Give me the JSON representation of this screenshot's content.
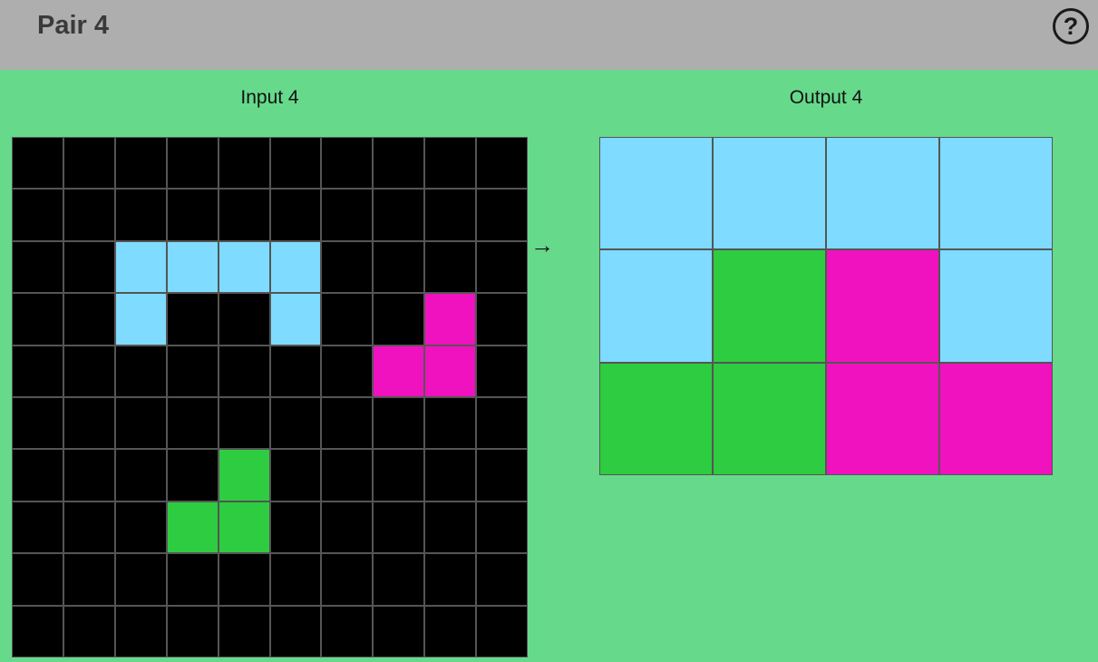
{
  "header": {
    "title": "Pair 4",
    "help_label": "?"
  },
  "input": {
    "label": "Input 4",
    "rows": 10,
    "cols": 10,
    "cells": [
      [
        0,
        0,
        0,
        0,
        0,
        0,
        0,
        0,
        0,
        0
      ],
      [
        0,
        0,
        0,
        0,
        0,
        0,
        0,
        0,
        0,
        0
      ],
      [
        0,
        0,
        8,
        8,
        8,
        8,
        0,
        0,
        0,
        0
      ],
      [
        0,
        0,
        8,
        0,
        0,
        8,
        0,
        0,
        6,
        0
      ],
      [
        0,
        0,
        0,
        0,
        0,
        0,
        0,
        6,
        6,
        0
      ],
      [
        0,
        0,
        0,
        0,
        0,
        0,
        0,
        0,
        0,
        0
      ],
      [
        0,
        0,
        0,
        0,
        3,
        0,
        0,
        0,
        0,
        0
      ],
      [
        0,
        0,
        0,
        3,
        3,
        0,
        0,
        0,
        0,
        0
      ],
      [
        0,
        0,
        0,
        0,
        0,
        0,
        0,
        0,
        0,
        0
      ],
      [
        0,
        0,
        0,
        0,
        0,
        0,
        0,
        0,
        0,
        0
      ]
    ]
  },
  "arrow": "→",
  "output": {
    "label": "Output 4",
    "rows": 3,
    "cols": 4,
    "cells": [
      [
        8,
        8,
        8,
        8
      ],
      [
        8,
        3,
        6,
        8
      ],
      [
        3,
        3,
        6,
        6
      ]
    ]
  },
  "palette": {
    "0": "#000000",
    "3": "#2ecc40",
    "6": "#f012be",
    "8": "#7fdbff"
  }
}
